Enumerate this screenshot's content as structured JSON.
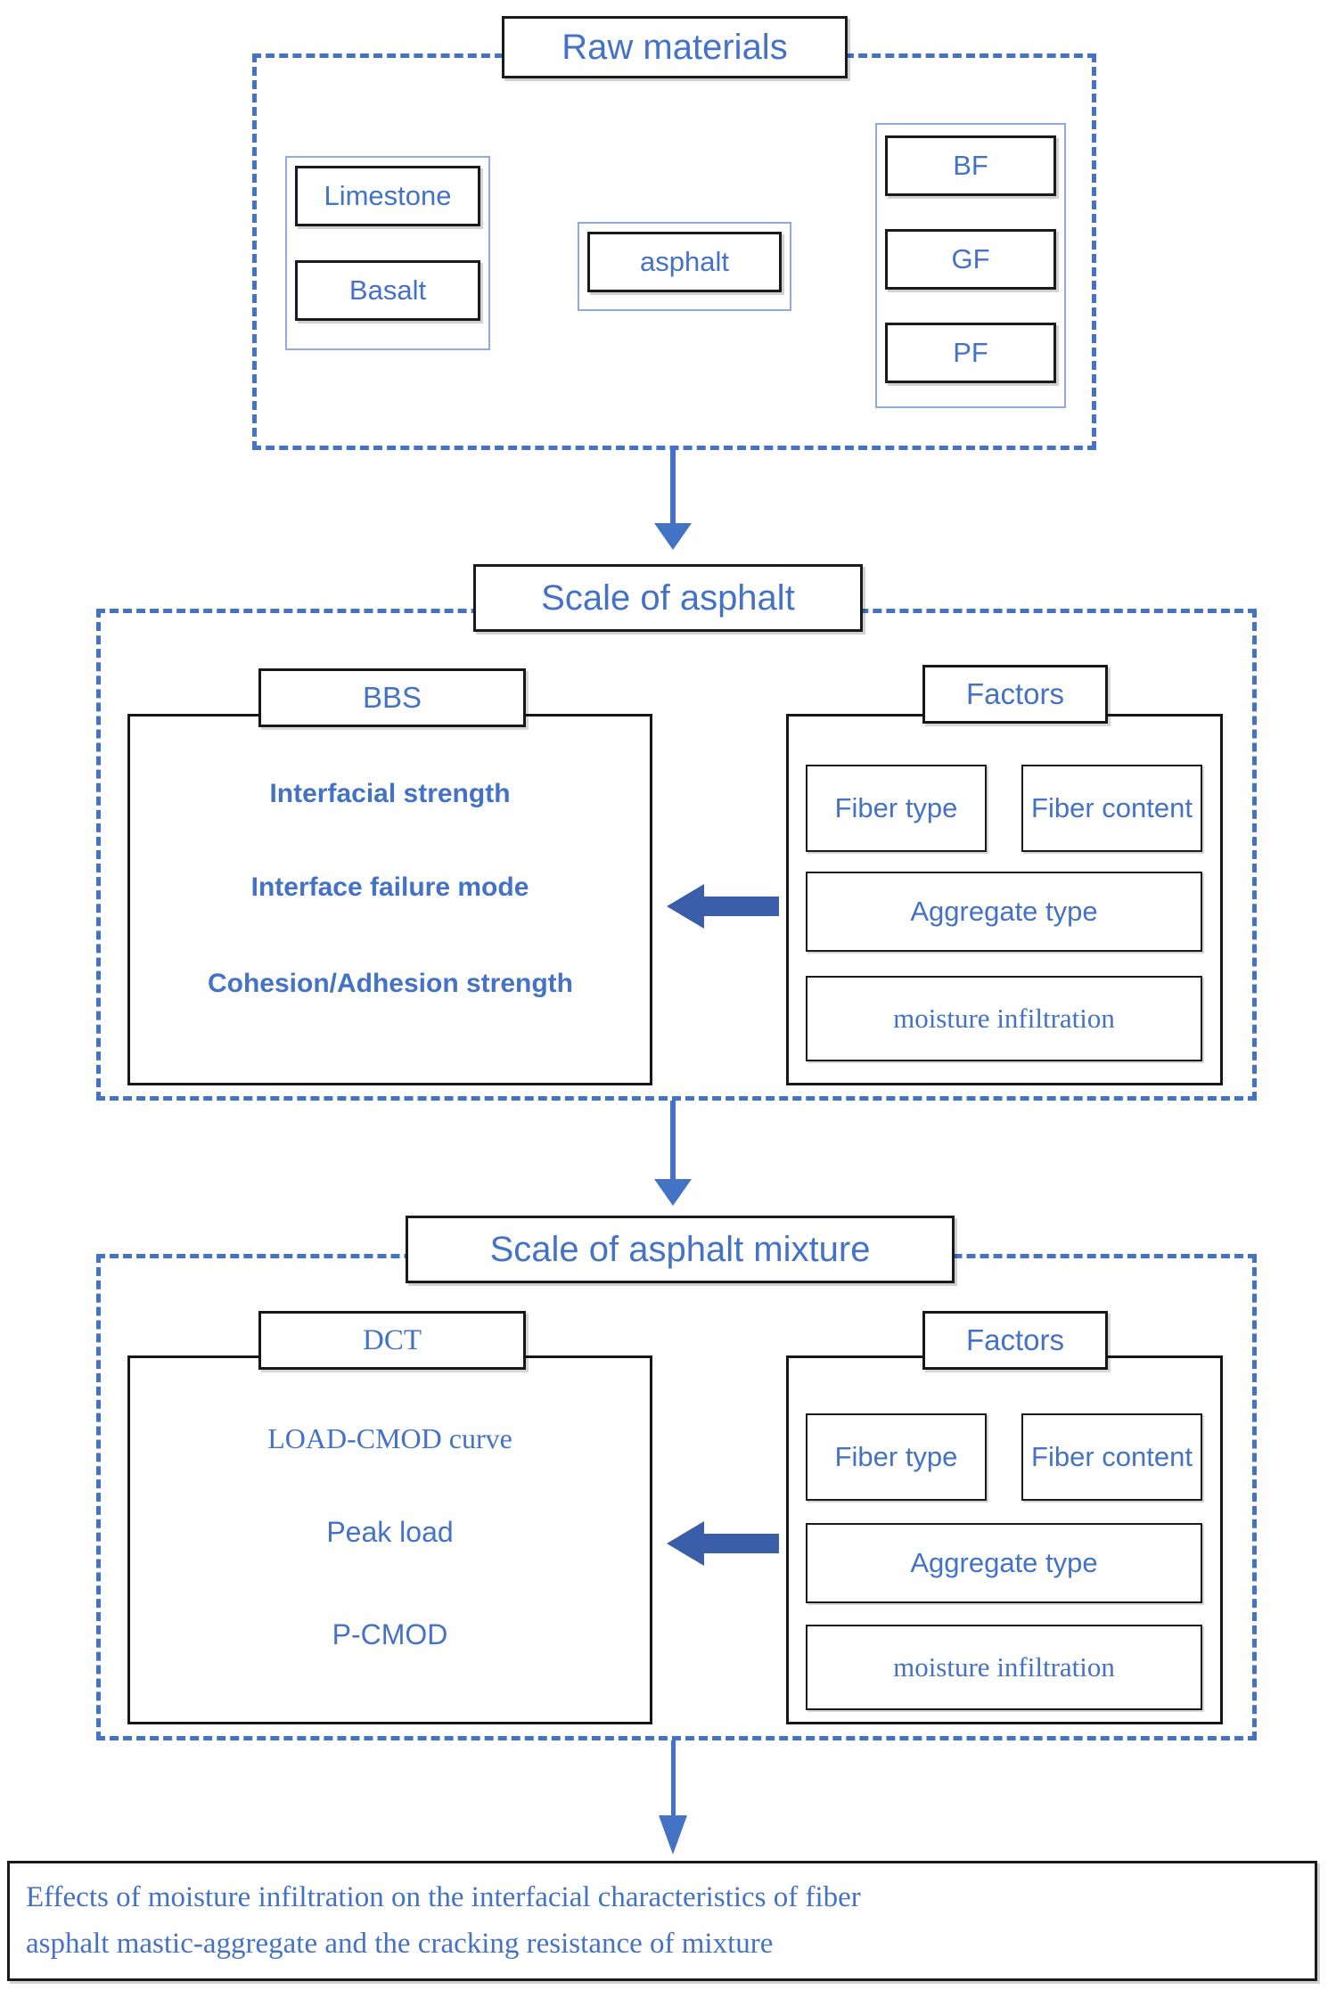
{
  "colors": {
    "accent": "#4472C4",
    "arrow": "#3A5FA8",
    "group_outline": "#8FAADC",
    "box_border": "#171717",
    "background": "#FFFFFF"
  },
  "sections": {
    "raw_materials": {
      "title": "Raw materials",
      "aggregates": [
        "Limestone",
        "Basalt"
      ],
      "binder": "asphalt",
      "fibers": [
        "BF",
        "GF",
        "PF"
      ]
    },
    "scale_of_asphalt": {
      "title": "Scale of asphalt",
      "test": {
        "tab": "BBS",
        "outputs": [
          "Interfacial strength",
          "Interface failure mode",
          "Cohesion/Adhesion strength"
        ]
      },
      "factors": {
        "tab": "Factors",
        "items": [
          "Fiber type",
          "Fiber content",
          "Aggregate type",
          "moisture infiltration"
        ]
      }
    },
    "scale_of_mixture": {
      "title": "Scale of asphalt mixture",
      "test": {
        "tab": "DCT",
        "outputs": [
          "LOAD-CMOD curve",
          "Peak load",
          "P-CMOD"
        ]
      },
      "factors": {
        "tab": "Factors",
        "items": [
          "Fiber type",
          "Fiber content",
          "Aggregate type",
          "moisture infiltration"
        ]
      }
    },
    "conclusion": {
      "line1": "Effects of moisture infiltration on the interfacial characteristics of fiber",
      "line2": "asphalt mastic-aggregate and the cracking resistance of mixture"
    }
  },
  "icons": {
    "down_arrow": "down-arrow-icon",
    "left_arrow": "left-block-arrow-icon"
  }
}
